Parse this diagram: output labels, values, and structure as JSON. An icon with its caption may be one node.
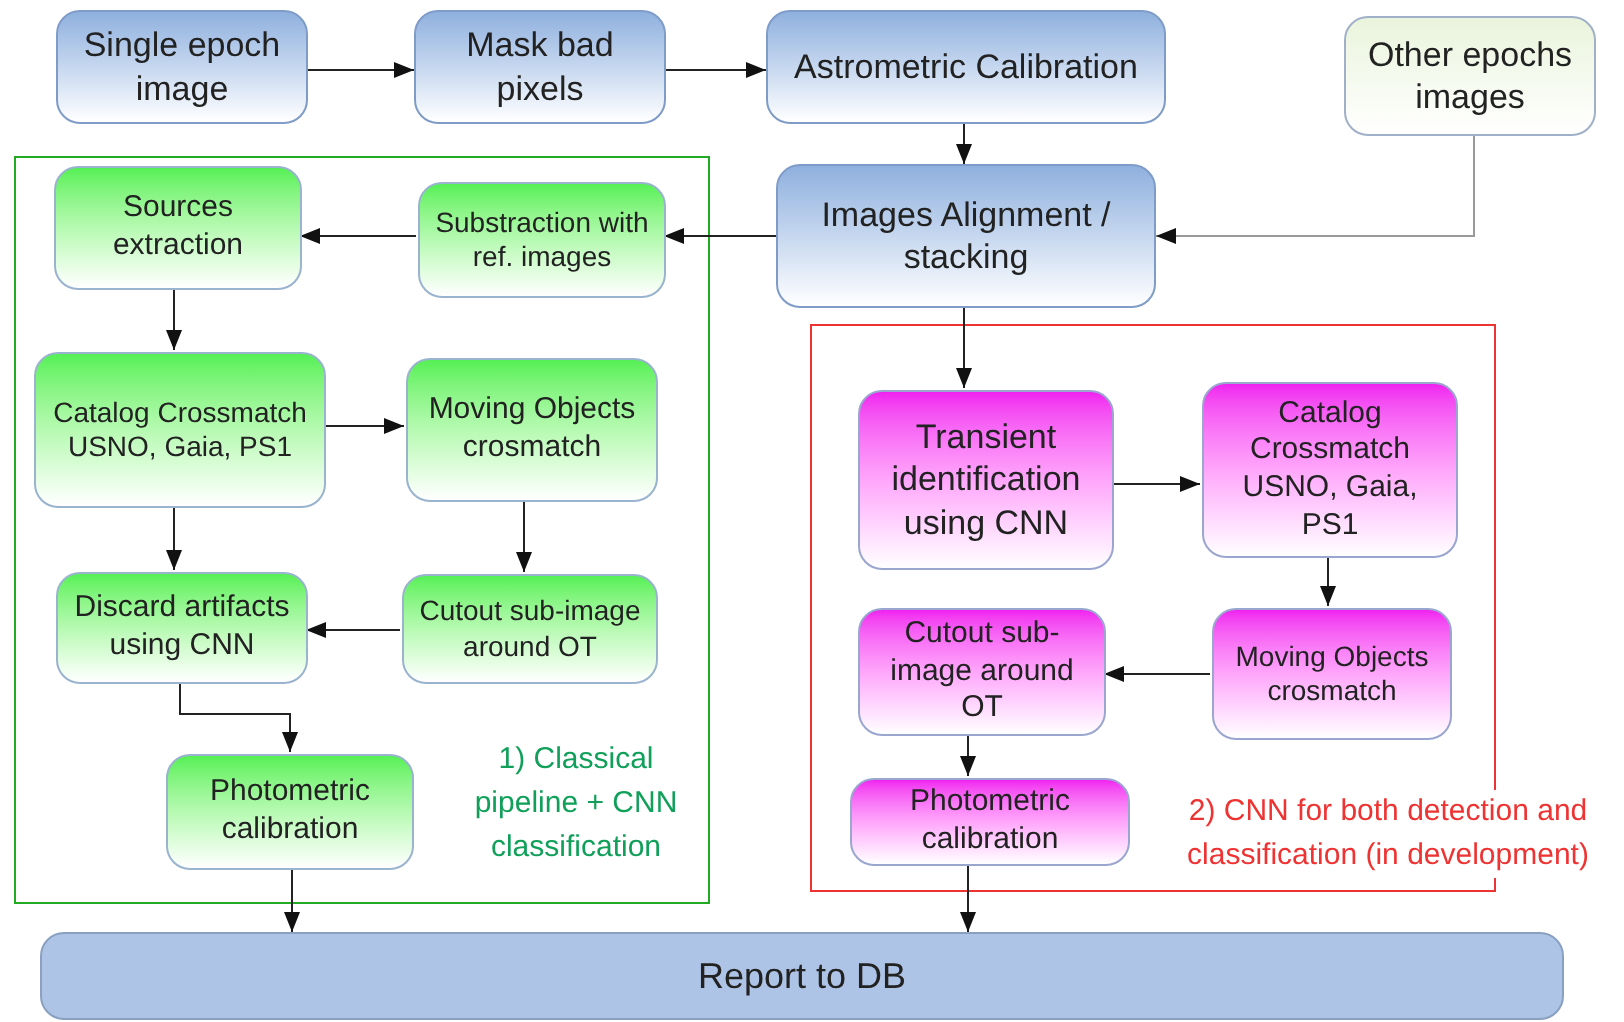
{
  "diagram": {
    "nodes": [
      {
        "text": [
          "Single epoch image"
        ]
      },
      {
        "text": [
          "Mask bad pixels"
        ]
      },
      {
        "text": [
          "Astrometric Calibration"
        ]
      },
      {
        "text": [
          "Other epochs images"
        ]
      },
      {
        "text": [
          "Images Alignment / stacking"
        ]
      },
      {
        "text": [
          "1) Classical pipeline + CNN classification"
        ]
      },
      {
        "text": [
          "Sources extraction"
        ],
        "in": 5
      },
      {
        "text": [
          "Substraction with ref. images"
        ],
        "in": 5
      },
      {
        "text": [
          "Catalog Crossmatch USNO, Gaia, PS1"
        ],
        "in": 5
      },
      {
        "text": [
          "Moving Objects crosmatch"
        ],
        "in": 5
      },
      {
        "text": [
          "Discard artifacts using CNN"
        ],
        "in": 5
      },
      {
        "text": [
          "Cutout sub-image around OT"
        ],
        "in": 5
      },
      {
        "text": [
          "Photometric calibration"
        ],
        "in": 5
      },
      {
        "text": [
          "2) CNN for both detection and classification (in development)"
        ]
      },
      {
        "text": [
          "Transient identification using CNN"
        ],
        "in": 13
      },
      {
        "text": [
          "Catalog Crossmatch USNO, Gaia, PS1"
        ],
        "in": 13
      },
      {
        "text": [
          "Cutout sub-image around OT"
        ],
        "in": 13
      },
      {
        "text": [
          "Moving Objects crosmatch"
        ],
        "in": 13
      },
      {
        "text": [
          "Photometric calibration"
        ],
        "in": 13
      },
      {
        "text": [
          "Report to DB"
        ]
      }
    ],
    "edges": [
      {
        "from": 0,
        "to": 1,
        "arrow": "to"
      },
      {
        "from": 1,
        "to": 2,
        "arrow": "to"
      },
      {
        "from": 2,
        "to": 4,
        "arrow": "to"
      },
      {
        "from": 3,
        "to": 4,
        "arrow": "to",
        "color": "#999999"
      },
      {
        "from": 4,
        "to": 7,
        "arrow": "to"
      },
      {
        "from": 7,
        "to": 6,
        "arrow": "to"
      },
      {
        "from": 6,
        "to": 8,
        "arrow": "to"
      },
      {
        "from": 8,
        "to": 9,
        "arrow": "to"
      },
      {
        "from": 8,
        "to": 10,
        "arrow": "to"
      },
      {
        "from": 9,
        "to": 11,
        "arrow": "to"
      },
      {
        "from": 11,
        "to": 10,
        "arrow": "to"
      },
      {
        "from": 10,
        "to": 12,
        "arrow": "to"
      },
      {
        "from": 12,
        "to": 19,
        "arrow": "to"
      },
      {
        "from": 4,
        "to": 14,
        "arrow": "to"
      },
      {
        "from": 14,
        "to": 15,
        "arrow": "to"
      },
      {
        "from": 15,
        "to": 17,
        "arrow": "to"
      },
      {
        "from": 17,
        "to": 16,
        "arrow": "to"
      },
      {
        "from": 16,
        "to": 18,
        "arrow": "to"
      },
      {
        "from": 18,
        "to": 19,
        "arrow": "to"
      }
    ]
  }
}
